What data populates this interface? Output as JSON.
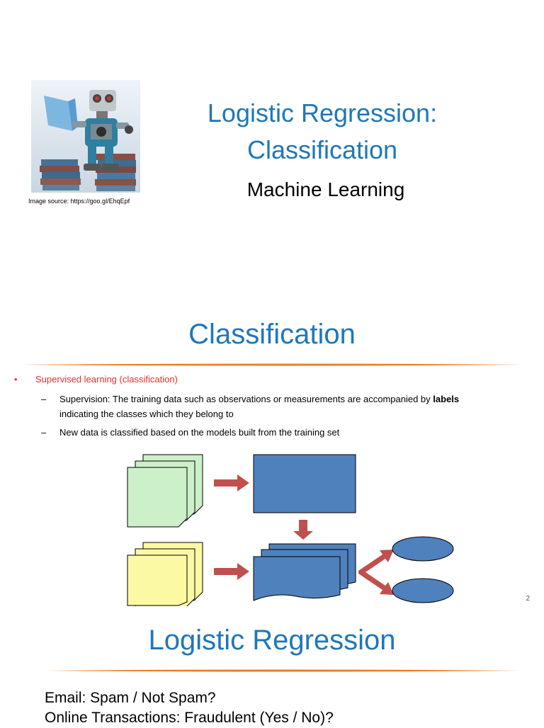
{
  "slide1": {
    "title_line1": "Logistic Regression:",
    "title_line2": "Classification",
    "subtitle": "Machine Learning",
    "image_source": "Image source: https://goo.gl/EhqEpf"
  },
  "slide2": {
    "title": "Classification",
    "bullet1": "Supervised learning (classification)",
    "sub1_text": "Supervision: The training data such as observations or measurements are accompanied by ",
    "sub1_bold": "labels",
    "sub1_cont": "indicating the classes which they belong to",
    "sub2": "New data is classified based on the models built from the training set",
    "page_number": "2",
    "colors": {
      "accent_blue": "#1f77b8",
      "bullet_red": "#e8302a",
      "rule_orange": "#f07a22",
      "training_green": "#ccf0c8",
      "new_data_yellow": "#fcf9a4",
      "model_blue": "#4f81bd",
      "arrow_red": "#c0504d"
    }
  },
  "slide3": {
    "title": "Logistic Regression",
    "line1": "Email: Spam / Not Spam?",
    "line2": "Online Transactions: Fraudulent (Yes / No)?"
  }
}
